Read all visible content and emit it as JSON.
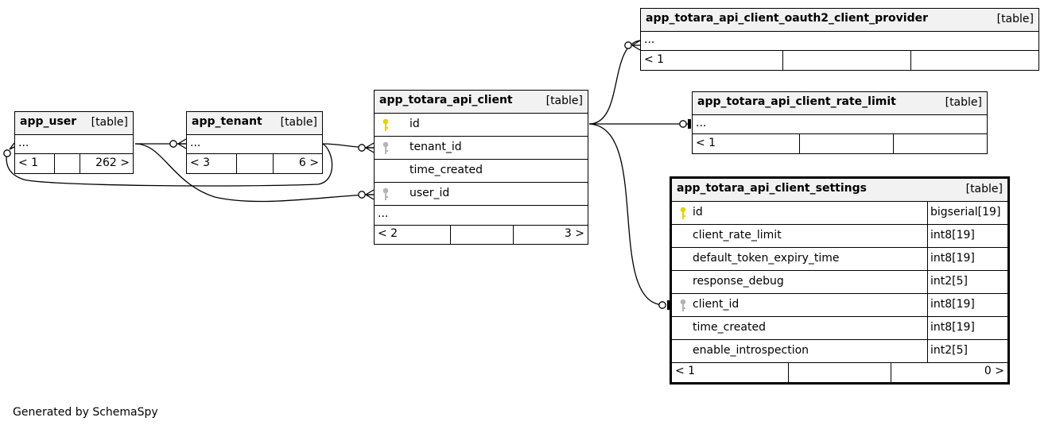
{
  "tables": {
    "app_user": {
      "name": "app_user",
      "type": "[table]",
      "ellipsis": "...",
      "nav_prev": "< 1",
      "nav_next": "262 >"
    },
    "app_tenant": {
      "name": "app_tenant",
      "type": "[table]",
      "ellipsis": "...",
      "nav_prev": "< 3",
      "nav_next": "6 >"
    },
    "app_totara_api_client": {
      "name": "app_totara_api_client",
      "type": "[table]",
      "columns": [
        "id",
        "tenant_id",
        "time_created",
        "user_id"
      ],
      "ellipsis": "...",
      "nav_prev": "< 2",
      "nav_next": "3 >"
    },
    "oauth2_client_provider": {
      "name": "app_totara_api_client_oauth2_client_provider",
      "type": "[table]",
      "ellipsis": "...",
      "nav_prev": "< 1"
    },
    "rate_limit": {
      "name": "app_totara_api_client_rate_limit",
      "type": "[table]",
      "ellipsis": "...",
      "nav_prev": "< 1"
    },
    "settings": {
      "name": "app_totara_api_client_settings",
      "type": "[table]",
      "columns": [
        {
          "name": "id",
          "type": "bigserial[19]"
        },
        {
          "name": "client_rate_limit",
          "type": "int8[19]"
        },
        {
          "name": "default_token_expiry_time",
          "type": "int8[19]"
        },
        {
          "name": "response_debug",
          "type": "int2[5]"
        },
        {
          "name": "client_id",
          "type": "int8[19]"
        },
        {
          "name": "time_created",
          "type": "int8[19]"
        },
        {
          "name": "enable_introspection",
          "type": "int2[5]"
        }
      ],
      "nav_prev": "< 1",
      "nav_next": "0 >"
    }
  },
  "key_icons": {
    "primary": "primary-key-icon",
    "foreign": "foreign-key-icon",
    "primary_color": "#e6d200",
    "foreign_color": "#b4b4b4"
  },
  "footer": "Generated by SchemaSpy"
}
